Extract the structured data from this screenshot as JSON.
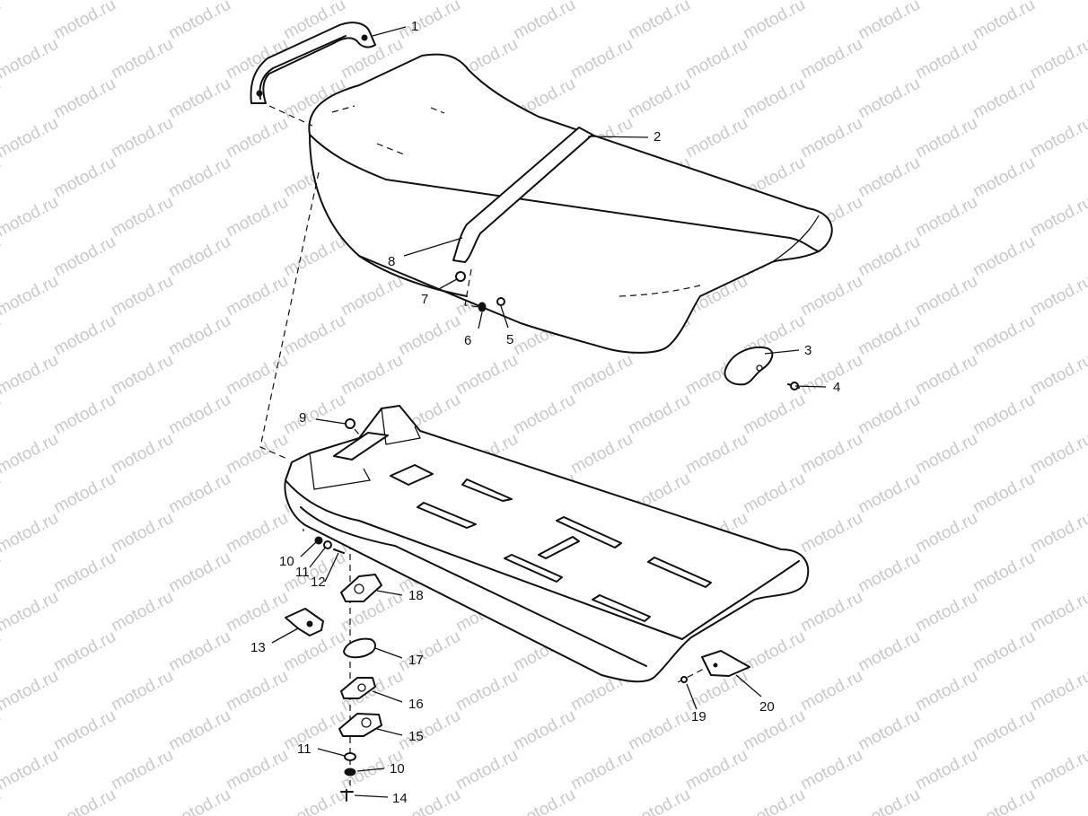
{
  "watermark": "motod.ru",
  "callouts": [
    {
      "id": "c1",
      "text": "1"
    },
    {
      "id": "c2",
      "text": "2"
    },
    {
      "id": "c3",
      "text": "3"
    },
    {
      "id": "c4",
      "text": "4"
    },
    {
      "id": "c5",
      "text": "5"
    },
    {
      "id": "c6",
      "text": "6"
    },
    {
      "id": "c7",
      "text": "7"
    },
    {
      "id": "c8",
      "text": "8"
    },
    {
      "id": "c9",
      "text": "9"
    },
    {
      "id": "c10a",
      "text": "10"
    },
    {
      "id": "c11a",
      "text": "11"
    },
    {
      "id": "c12",
      "text": "12"
    },
    {
      "id": "c13",
      "text": "13"
    },
    {
      "id": "c18",
      "text": "18"
    },
    {
      "id": "c17",
      "text": "17"
    },
    {
      "id": "c16",
      "text": "16"
    },
    {
      "id": "c15",
      "text": "15"
    },
    {
      "id": "c11b",
      "text": "11"
    },
    {
      "id": "c10b",
      "text": "10"
    },
    {
      "id": "c14",
      "text": "14"
    },
    {
      "id": "c19",
      "text": "19"
    },
    {
      "id": "c20",
      "text": "20"
    }
  ]
}
